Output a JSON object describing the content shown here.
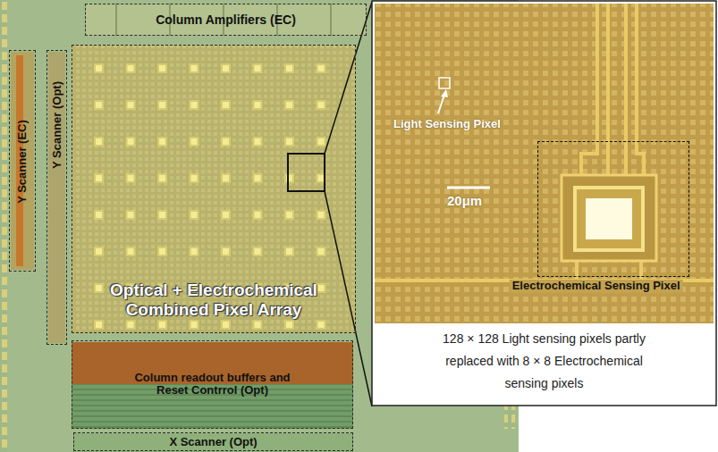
{
  "diagram": {
    "nodes": [
      {
        "text": [
          "Column Amplifiers (EC)"
        ]
      },
      {
        "text": [
          "Y Scanner (EC)"
        ]
      },
      {
        "text": [
          "Y Scanner (Opt)"
        ]
      },
      {
        "text": [
          "Optical + Electrochemical Combined Pixel Array"
        ]
      },
      {
        "text": [
          "Column readout buffers and Reset Contrrol (Opt)"
        ]
      },
      {
        "text": [
          "X Scanner (Opt)"
        ]
      },
      {
        "text": [
          "128 × 128 Light sensing pixels partly replaced with 8 × 8 Electrochemical sensing pixels"
        ]
      },
      {
        "text": [
          "Electrochemical Sensing Pixel"
        ],
        "in": 6
      }
    ],
    "labels": [
      "Light Sensing Pixel",
      "20μm"
    ]
  }
}
